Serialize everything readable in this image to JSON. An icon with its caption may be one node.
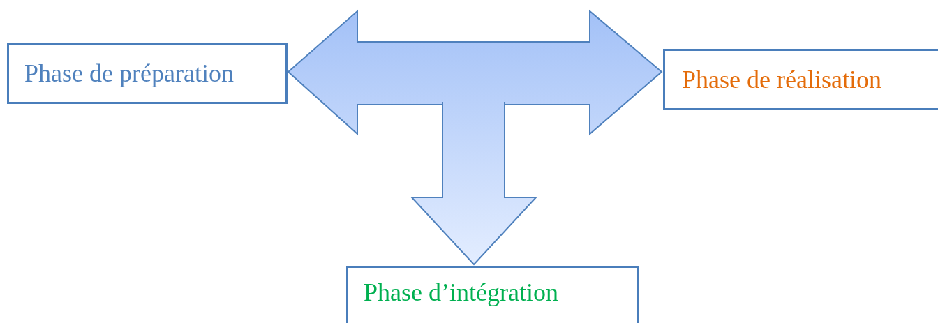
{
  "diagram": {
    "nodes": [
      {
        "text": [
          "Phase de préparation"
        ]
      },
      {
        "text": [
          "Phase de réalisation"
        ]
      },
      {
        "text": [
          "Phase d’intégration"
        ]
      }
    ],
    "edges": [
      {
        "from": 0,
        "to": 1,
        "arrow": "both"
      },
      {
        "from": null,
        "to": 2,
        "arrow": "to"
      }
    ]
  }
}
